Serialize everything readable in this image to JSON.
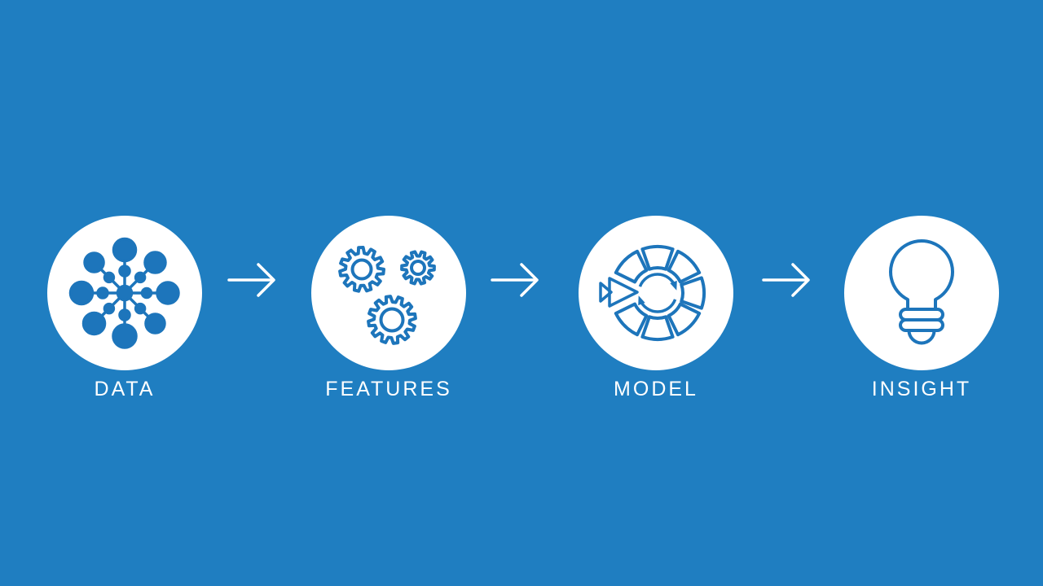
{
  "slide": {
    "type": "process-flow-diagram",
    "stages": [
      {
        "label": "DATA",
        "icon": "data-network-icon"
      },
      {
        "label": "FEATURES",
        "icon": "features-gears-icon"
      },
      {
        "label": "MODEL",
        "icon": "model-cycle-icon"
      },
      {
        "label": "INSIGHT",
        "icon": "insight-lightbulb-icon"
      }
    ],
    "connector_icon": "right-arrow-icon",
    "colors": {
      "background": "#1f7ec1",
      "icon_blue": "#1d75bb",
      "circle_fill": "#ffffff",
      "label_text": "#ffffff"
    }
  }
}
